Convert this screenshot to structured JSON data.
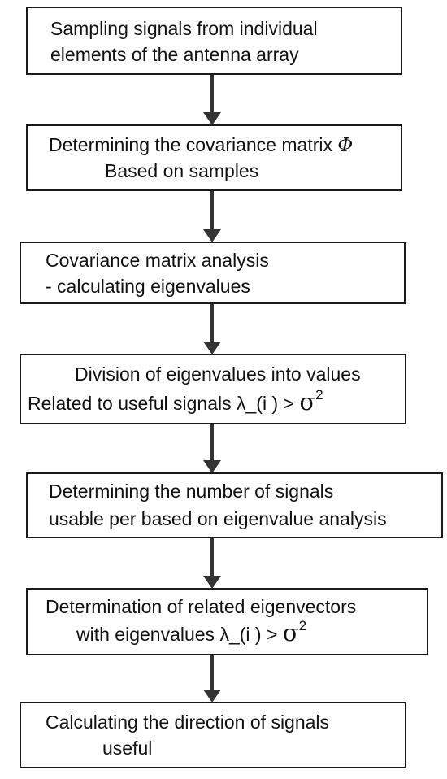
{
  "steps": [
    {
      "line1": "Sampling signals from individual",
      "line2": "elements of the antenna array"
    },
    {
      "line1_text": "Determining the covariance matrix ",
      "line1_symbol": "Φ",
      "line2": "Based on samples"
    },
    {
      "line1": "Covariance matrix analysis",
      "line2": "- calculating eigenvalues"
    },
    {
      "line1": "Division of eigenvalues into values",
      "line2_text": "Related to useful signals λ_(i ) > ",
      "sigma": "σ",
      "exponent": "2"
    },
    {
      "line1": "Determining the number of signals",
      "line2": "usable per based on eigenvalue analysis"
    },
    {
      "line1": "Determination of related eigenvectors",
      "line2_text": "with eigenvalues λ_(i ) > ",
      "sigma": "σ",
      "exponent": "2"
    },
    {
      "line1": "Calculating the direction of signals",
      "line2": "useful"
    }
  ],
  "colors": {
    "border": "#1a1a1a",
    "arrow": "#333333",
    "text": "#111111"
  }
}
